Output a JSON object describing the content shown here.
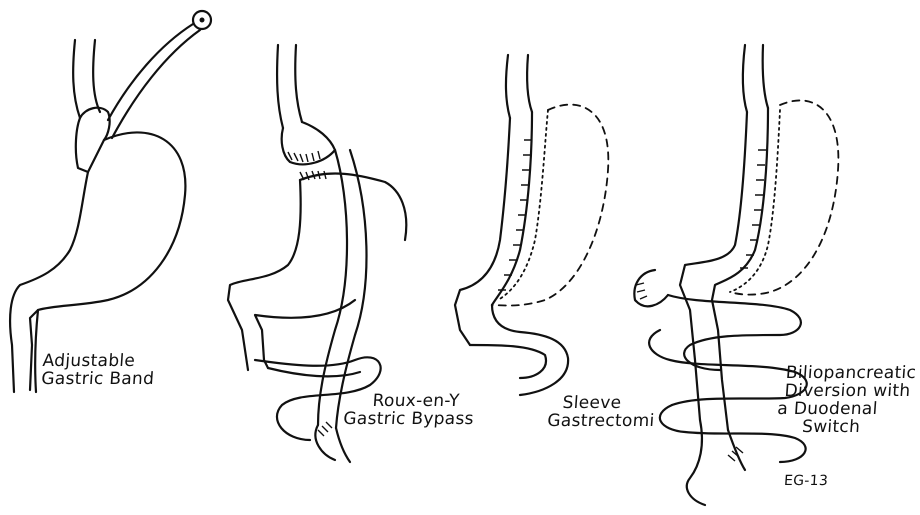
{
  "panels": [
    {
      "id": "band",
      "label_lines": [
        "Adjustable",
        "Gastric Band"
      ]
    },
    {
      "id": "bypass",
      "label_lines": [
        "Roux-en-Y",
        "Gastric Bypass"
      ]
    },
    {
      "id": "sleeve",
      "label_lines": [
        "Sleeve",
        "Gastrectomi"
      ]
    },
    {
      "id": "duodenal",
      "label_lines": [
        "Biliopancreatic",
        "Diversion with",
        "a Duodenal",
        "Switch"
      ]
    }
  ],
  "signature": "EG-13",
  "ink_color": "#111111"
}
